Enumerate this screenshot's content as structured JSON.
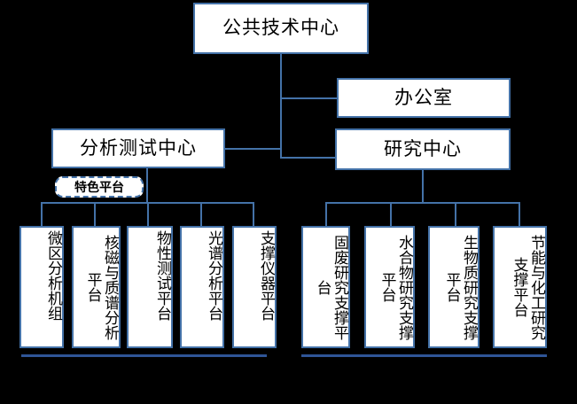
{
  "diagram": {
    "title": "公共技术中心",
    "type": "organizational-chart",
    "background_color": "#000000",
    "box_fill_color": "#ffffff",
    "box_border_color": "#4472a8",
    "connector_color": "#4472a8",
    "baseline_color": "#2f5597",
    "root": {
      "label": "公共技术中心"
    },
    "level2": [
      {
        "label": "办公室"
      },
      {
        "label": "分析测试中心"
      },
      {
        "label": "研究中心"
      }
    ],
    "badge": {
      "label": "特色平台"
    },
    "left_group": {
      "parent": "分析测试中心",
      "items": [
        {
          "label": "微区分析机组"
        },
        {
          "label": "核磁与质谱分析平台"
        },
        {
          "label": "物性测试平台"
        },
        {
          "label": "光谱分析平台"
        },
        {
          "label": "支撑仪器平台"
        }
      ]
    },
    "right_group": {
      "parent": "研究中心",
      "items": [
        {
          "label": "固废研究支撑平台"
        },
        {
          "label": "水合物研究支撑平台"
        },
        {
          "label": "生物质研究支撑平台"
        },
        {
          "label": "节能与化工研究支撑平台"
        }
      ]
    }
  }
}
